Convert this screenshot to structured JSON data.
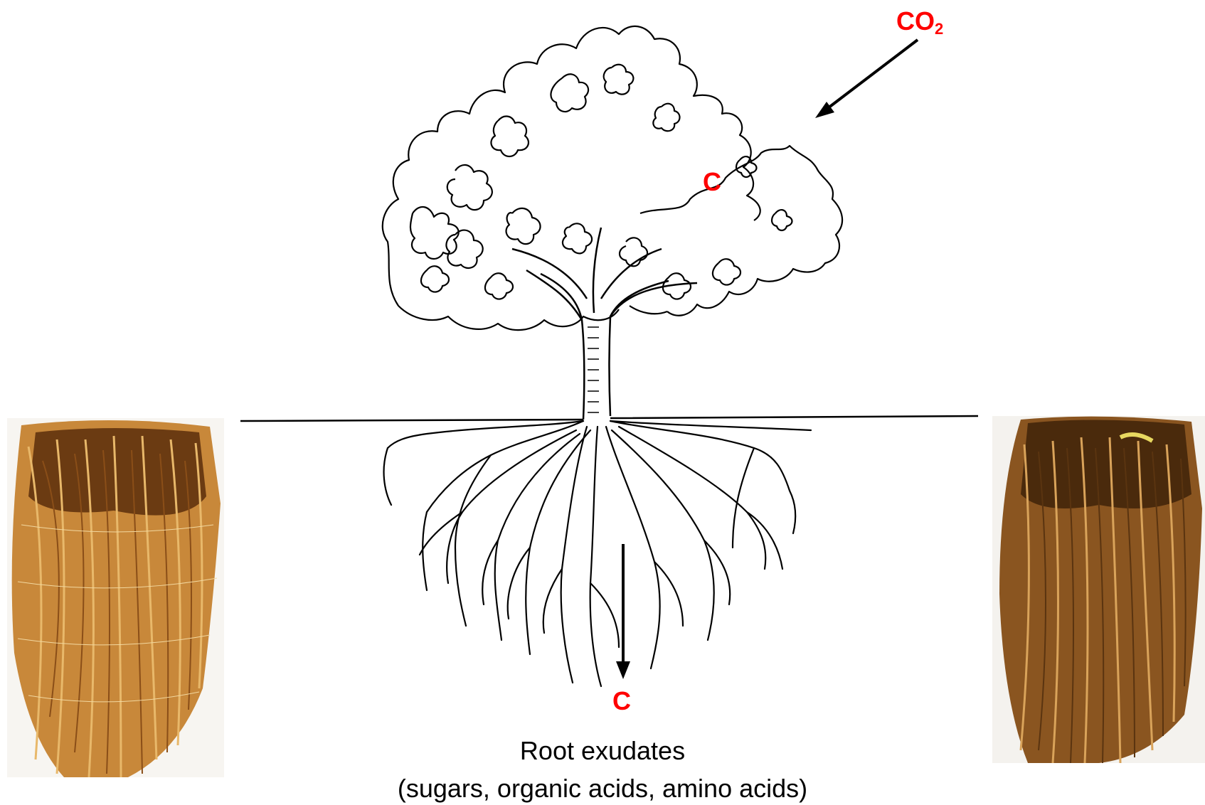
{
  "labels": {
    "co2_main": "CO",
    "co2_sub": "2",
    "leaf_carbon": "C",
    "root_carbon": "C"
  },
  "caption": {
    "line1": "Root exudates",
    "line2": "(sugars, organic acids, amino acids)"
  },
  "colors": {
    "label": "#ff0000",
    "line": "#000000",
    "root_photo_light": "#d9a35a",
    "root_photo_dark": "#5a3410"
  }
}
